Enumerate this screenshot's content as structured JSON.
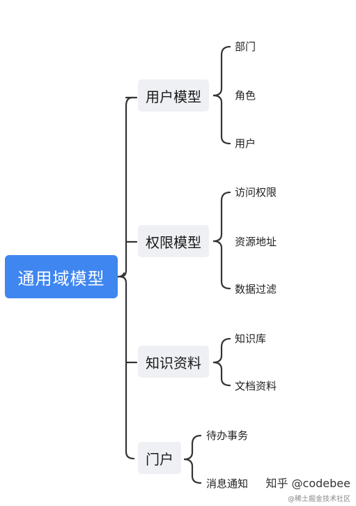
{
  "root": {
    "label": "通用域模型"
  },
  "branches": [
    {
      "label": "用户模型",
      "children": [
        "部门",
        "角色",
        "用户"
      ]
    },
    {
      "label": "权限模型",
      "children": [
        "访问权限",
        "资源地址",
        "数据过滤"
      ]
    },
    {
      "label": "知识资料",
      "children": [
        "知识库",
        "文档资料"
      ]
    },
    {
      "label": "门户",
      "children": [
        "待办事务",
        "消息通知"
      ]
    }
  ],
  "watermark": {
    "primary": "知乎 @codebee",
    "secondary": "@稀土掘金技术社区"
  },
  "colors": {
    "root_bg": "#3f86f0",
    "branch_bg": "#eef0f3",
    "line": "#333333"
  }
}
